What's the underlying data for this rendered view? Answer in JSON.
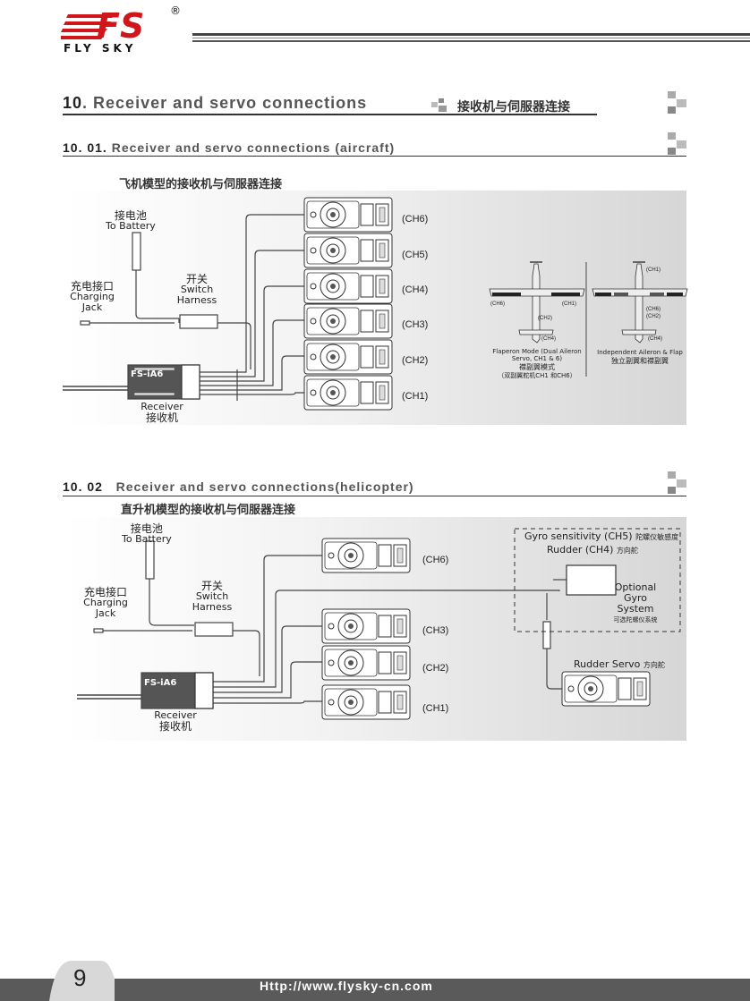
{
  "header": {
    "brand_text": "FLY SKY",
    "registered": "®"
  },
  "section10": {
    "number": "10",
    "title": ". Receiver and servo connections",
    "title_zh": "接收机与伺服器连接"
  },
  "section1001": {
    "number": "10. 01.",
    "title": "Receiver and servo connections (aircraft)",
    "subtitle_zh": "飞机模型的接收机与伺服器连接",
    "battery_zh": "接电池",
    "battery_en": "To Battery",
    "charging_zh": "充电接口",
    "charging_en1": "Charging",
    "charging_en2": "Jack",
    "switch_zh": "开关",
    "switch_en1": "Switch",
    "switch_en2": "Harness",
    "receiver_en": "Receiver",
    "receiver_zh": "接收机",
    "receiver_model": "FS-iA6",
    "channels": [
      "(CH6)",
      "(CH5)",
      "(CH4)",
      "(CH3)",
      "(CH2)",
      "(CH1)"
    ],
    "plane_left": {
      "labels": [
        "(CH6)",
        "(CH1)",
        "(CH2)",
        "(CH4)"
      ],
      "caption1": "Flaperon Mode (Dual Aileron",
      "caption2": "Servo, CH1 & 6)",
      "caption_zh1": "襟副翼模式",
      "caption_zh2": "（双副翼舵机CH1 和CH6）"
    },
    "plane_right": {
      "labels": [
        "(CH1)",
        "(CH6)",
        "(CH2)",
        "(CH4)"
      ],
      "caption1": "Independent Aileron & Flap",
      "caption_zh": "独立副翼和襟副翼"
    }
  },
  "section1002": {
    "number": "10. 02",
    "title": "Receiver and servo connections(helicopter)",
    "subtitle_zh": "直升机模型的接收机与伺服器连接",
    "battery_zh": "接电池",
    "battery_en": "To Battery",
    "charging_zh": "充电接口",
    "charging_en1": "Charging",
    "charging_en2": "Jack",
    "switch_zh": "开关",
    "switch_en1": "Switch",
    "switch_en2": "Harness",
    "receiver_en": "Receiver",
    "receiver_zh": "接收机",
    "receiver_model": "FS-iA6",
    "channels": [
      "(CH6)",
      "(CH3)",
      "(CH2)",
      "(CH1)"
    ],
    "gyro_sens_en": "Gyro sensitivity (CH5)",
    "gyro_sens_zh": "陀螺仪敏感度",
    "rudder_en": "Rudder (CH4)",
    "rudder_zh": "方向舵",
    "optional1": "Optional",
    "optional2": "Gyro",
    "optional3": "System",
    "optional_zh": "可选陀螺仪系统",
    "rudder_servo_en": "Rudder Servo",
    "rudder_servo_zh": "方向舵"
  },
  "footer": {
    "page_number": "9",
    "url": "Http://www.flysky-cn.com"
  },
  "colors": {
    "brand_red": "#d0161b",
    "footer_gray": "#5a5a5a",
    "panel_gray": "#d6d6d6"
  }
}
